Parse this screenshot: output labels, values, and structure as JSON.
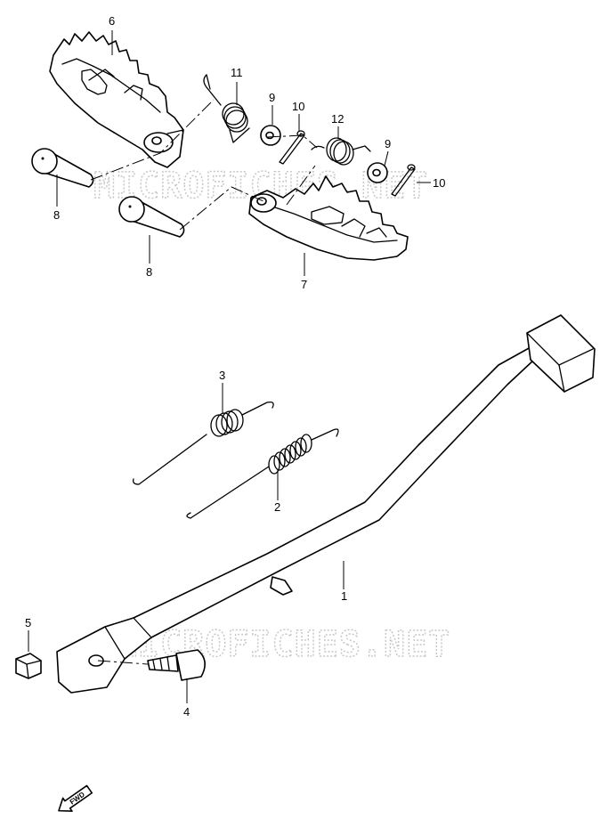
{
  "watermark": "MICROFICHES.NET",
  "callouts": {
    "c1": "1",
    "c2": "2",
    "c3": "3",
    "c4": "4",
    "c5": "5",
    "c6": "6",
    "c7": "7",
    "c8a": "8",
    "c8b": "8",
    "c9a": "9",
    "c9b": "9",
    "c10a": "10",
    "c10b": "10",
    "c11": "11",
    "c12": "12"
  },
  "fwd_label": "FWD",
  "colors": {
    "line": "#000000",
    "watermark": "#c8c8c8",
    "background": "#ffffff"
  }
}
